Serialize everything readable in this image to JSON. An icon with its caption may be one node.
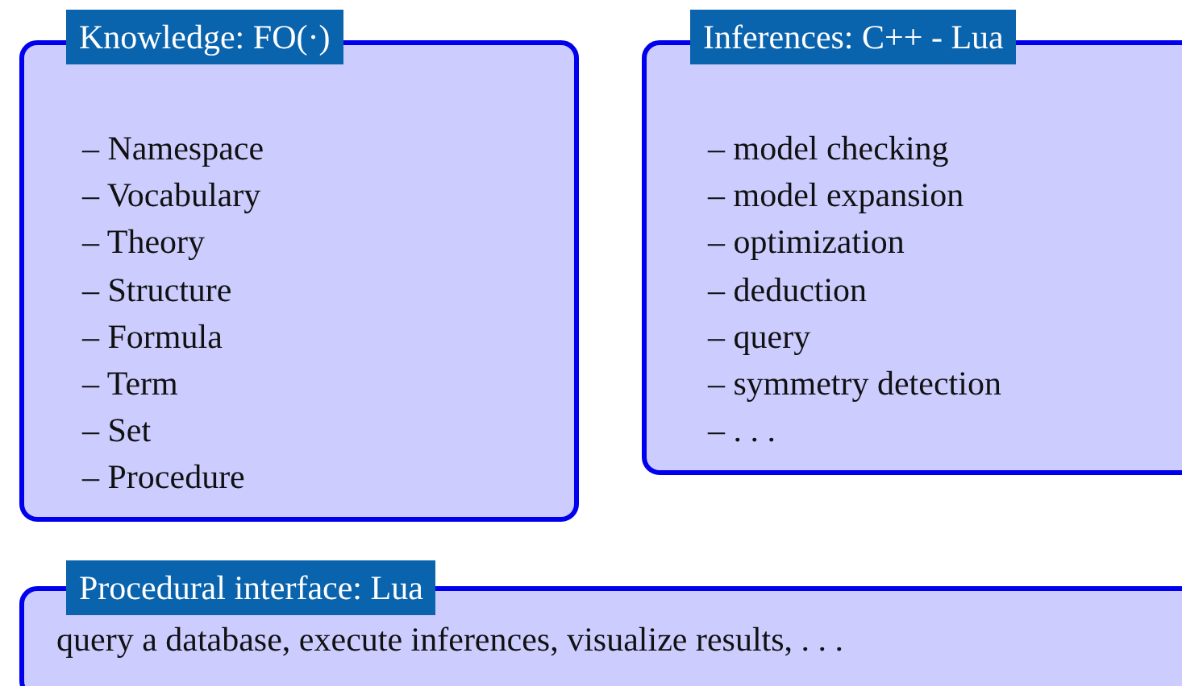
{
  "diagram": {
    "nodes": [
      {
        "text": [
          "Knowledge: FO(·)",
          "– Namespace",
          "– Vocabulary",
          "– Theory",
          "– Structure",
          "– Formula",
          "– Term",
          "– Set",
          "– Procedure"
        ]
      },
      {
        "text": [
          "Inferences: C++ - Lua",
          "– model checking",
          "– model expansion",
          "– optimization",
          "– deduction",
          "– query",
          "– symmetry detection",
          "– . . ."
        ]
      },
      {
        "text": [
          "Procedural interface: Lua",
          "query a database, execute inferences, visualize results, . . ."
        ]
      }
    ]
  }
}
